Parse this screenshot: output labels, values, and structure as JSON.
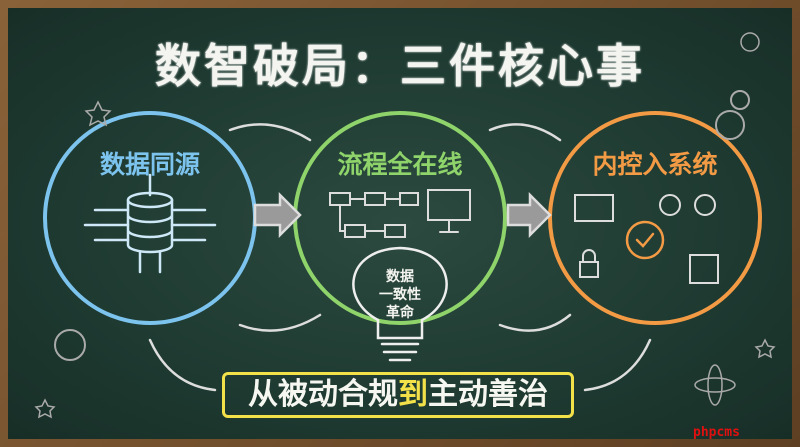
{
  "title": "数智破局：三件核心事",
  "pillars": [
    {
      "label": "数据同源",
      "color": "#7cc3ee"
    },
    {
      "label": "流程全在线",
      "color": "#8fd46b"
    },
    {
      "label": "内控入系统",
      "color": "#f39a45"
    }
  ],
  "bulb_text": [
    "数据",
    "一致性",
    "革命"
  ],
  "banner": {
    "parts": [
      "从被动合规",
      "到",
      "主动善治"
    ],
    "accent": "#f3e14a"
  },
  "watermark": "phpcms"
}
